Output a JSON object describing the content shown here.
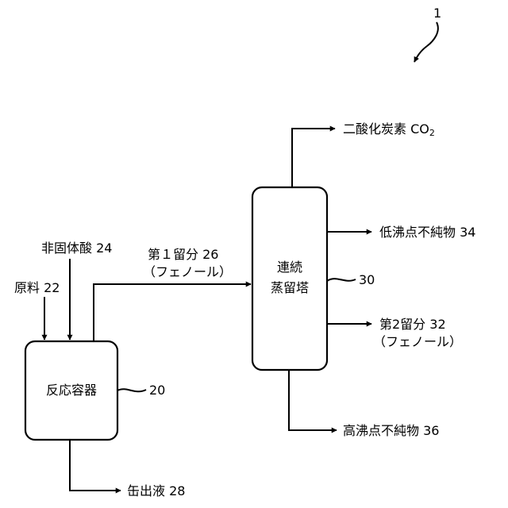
{
  "figure_ref": "1",
  "colors": {
    "ink": "#000000",
    "background": "#ffffff"
  },
  "nodes": {
    "reactor": {
      "label": "反応容器",
      "ref": "20"
    },
    "column": {
      "label_line1": "連続",
      "label_line2": "蒸留塔",
      "ref": "30"
    }
  },
  "inputs": {
    "raw_material": "原料 22",
    "non_solid_acid": "非固体酸 24"
  },
  "streams": {
    "first_fraction": "第１留分 26",
    "first_fraction_note": "（フェノール）",
    "bottoms": "缶出液 28",
    "co2_label": "二酸化炭素 CO",
    "co2_subscript": "2",
    "low_boiling": "低沸点不純物 34",
    "second_fraction": "第2留分 32",
    "second_fraction_note": "（フェノール）",
    "high_boiling": "高沸点不純物 36"
  }
}
